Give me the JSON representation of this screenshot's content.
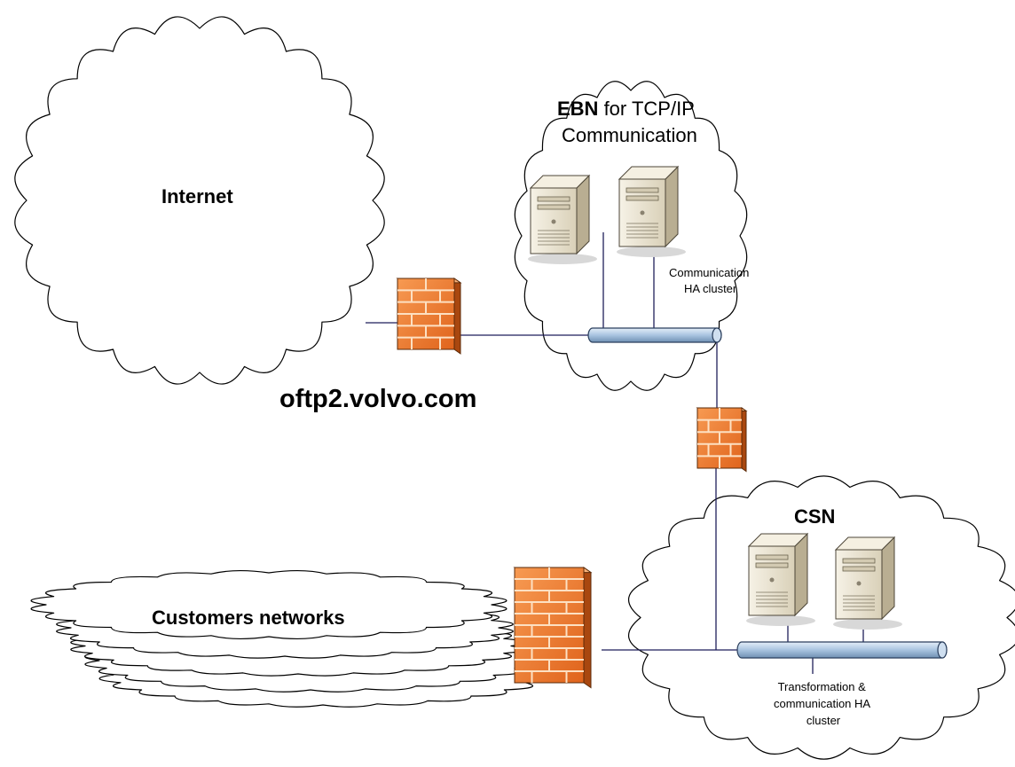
{
  "labels": {
    "internet": "Internet",
    "ebn_bold": "EBN",
    "ebn_rest": " for TCP/IP",
    "ebn_line2": "Communication",
    "comm_cluster_line1": "Communication",
    "comm_cluster_line2": "HA cluster",
    "url": "oftp2.volvo.com",
    "csn": "CSN",
    "customers": "Customers networks",
    "trans_line1": "Transformation &",
    "trans_line2": "communication  HA",
    "trans_line3": "cluster"
  },
  "icons": {
    "firewall": "firewall-icon",
    "server": "server-icon",
    "bus": "network-bus-icon",
    "cloud": "cloud-shape"
  },
  "colors": {
    "firewall_face": "#f07a2e",
    "firewall_side": "#a9470f",
    "firewall_mortar": "#fde0c2",
    "server_body": "#ece6d6",
    "server_side": "#b9ae92",
    "bus_fill": "#a9c4e0",
    "line": "#1f1f5a"
  }
}
